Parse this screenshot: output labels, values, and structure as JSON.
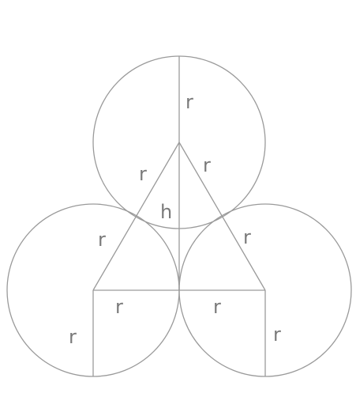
{
  "colors": {
    "stroke": "#9a9a9a",
    "label": "#7a7a7a",
    "background": "#ffffff"
  },
  "labels": {
    "r_top_vertical": "r",
    "r_top_left_side": "r",
    "r_top_right_side": "r",
    "height": "h",
    "r_left_side": "r",
    "r_right_side": "r",
    "r_base_left": "r",
    "r_base_right": "r",
    "r_left_vertical": "r",
    "r_right_vertical": "r"
  }
}
